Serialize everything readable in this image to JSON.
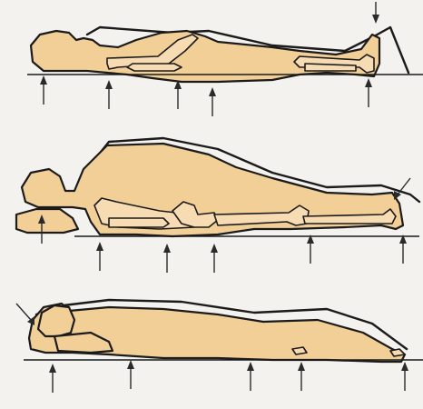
{
  "figure": {
    "panels": [
      {
        "id": "supine",
        "pressure_points": [
          "occiput",
          "scapula",
          "elbow",
          "sacrum",
          "heel"
        ]
      },
      {
        "id": "lateral",
        "pressure_points": [
          "ear",
          "shoulder",
          "hip",
          "knee",
          "ankle"
        ]
      },
      {
        "id": "prone",
        "pressure_points": [
          "face",
          "chest",
          "pelvis",
          "knee",
          "toes"
        ]
      }
    ],
    "colors": {
      "skin": "#f3cf98",
      "bone": "#f7dcb3",
      "ink": "#1b1b1b",
      "paper": "#f4f2ee"
    },
    "icons": [
      "pressure-arrow-icon"
    ]
  }
}
